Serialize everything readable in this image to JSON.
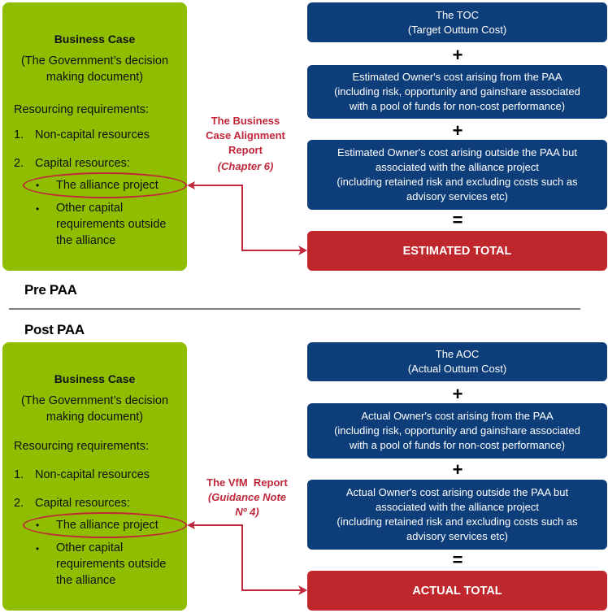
{
  "pre_paa": {
    "section_label": "Pre PAA",
    "business_case": {
      "title": "Business Case",
      "subtitle_line1": "(The Government’s decision",
      "subtitle_line2": "making document)",
      "resourcing": "Resourcing requirements:",
      "items": [
        {
          "num": "1.",
          "label": "Non-capital resources"
        },
        {
          "num": "2.",
          "label": "Capital resources:"
        }
      ],
      "bullets": [
        {
          "lines": [
            "The alliance project"
          ],
          "highlighted": true
        },
        {
          "lines": [
            "Other capital",
            "requirements outside",
            "the alliance"
          ],
          "highlighted": false
        }
      ]
    },
    "report": {
      "lines": [
        "The Business",
        "Case Alignment",
        "Report"
      ],
      "italic": "(Chapter 6)"
    },
    "cost_boxes": [
      {
        "lines": [
          "The TOC",
          "(Target Outtum Cost)"
        ]
      },
      {
        "lines": [
          "Estimated Owner's cost arising from the PAA",
          "(including risk, opportunity and gainshare associated",
          "with a pool of funds for non-cost performance)"
        ]
      },
      {
        "lines": [
          "Estimated Owner's cost arising outside the PAA but",
          "associated with the alliance project",
          "(including retained risk and excluding costs such as",
          "advisory services etc)"
        ]
      }
    ],
    "operators": [
      "+",
      "+",
      "="
    ],
    "total": "ESTIMATED TOTAL"
  },
  "post_paa": {
    "section_label": "Post PAA",
    "business_case": {
      "title": "Business Case",
      "subtitle_line1": "(The Government’s decision",
      "subtitle_line2": "making document)",
      "resourcing": "Resourcing requirements:",
      "items": [
        {
          "num": "1.",
          "label": "Non-capital resources"
        },
        {
          "num": "2.",
          "label": "Capital resources:"
        }
      ],
      "bullets": [
        {
          "lines": [
            "The alliance project"
          ],
          "highlighted": true
        },
        {
          "lines": [
            "Other capital",
            "requirements outside",
            "the alliance"
          ],
          "highlighted": false
        }
      ]
    },
    "report": {
      "lines": [
        "The VfM  Report"
      ],
      "italic_lines": [
        "(Guidance Note",
        "Nº 4)"
      ]
    },
    "cost_boxes": [
      {
        "lines": [
          "The AOC",
          "(Actual Outtum Cost)"
        ]
      },
      {
        "lines": [
          "Actual Owner's cost arising from the PAA",
          "(including risk, opportunity and gainshare associated",
          "with a pool of funds for non-cost performance)"
        ]
      },
      {
        "lines": [
          "Actual Owner's cost arising outside the PAA but",
          "associated with the alliance project",
          "(including retained risk and excluding costs such as",
          "advisory services etc)"
        ]
      }
    ],
    "operators": [
      "+",
      "+",
      "="
    ],
    "total": "ACTUAL TOTAL"
  },
  "colors": {
    "business_case_green": "#8fbe00",
    "cost_box_blue": "#0e3e7a",
    "total_red": "#c0272d",
    "connector_red": "#c0273a",
    "divider_grey": "#808080"
  },
  "icons": {
    "bullet": "•"
  }
}
